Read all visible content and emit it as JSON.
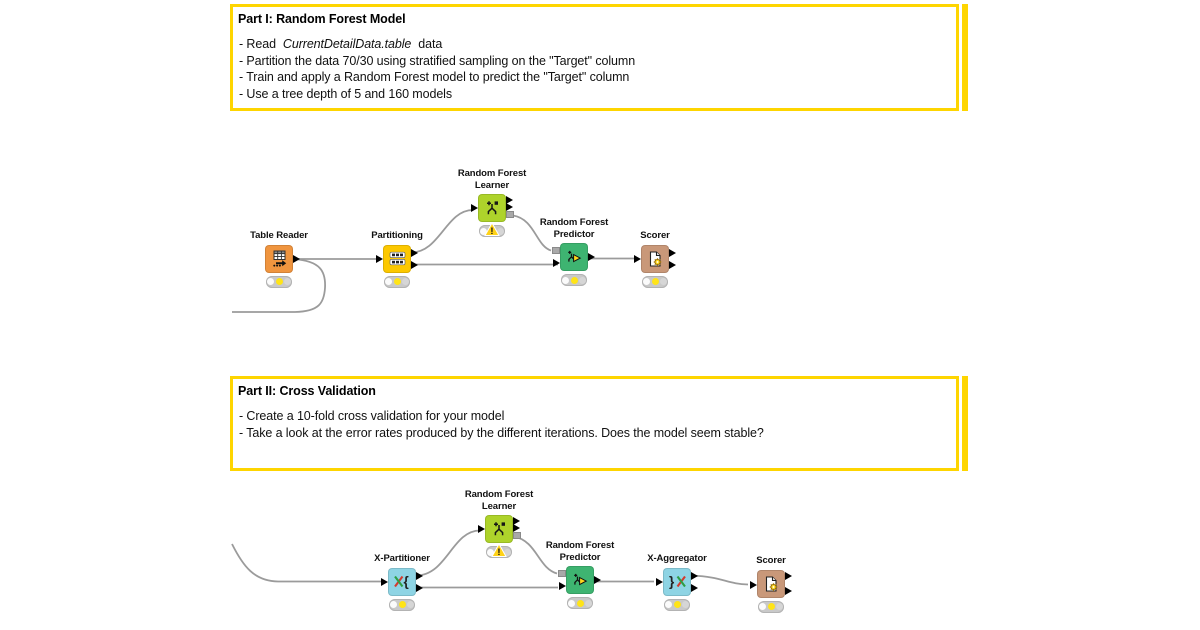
{
  "annotations": {
    "part1": {
      "title": "Part I: Random Forest Model",
      "read_prefix": "- Read",
      "read_file": "CurrentDetailData.table",
      "read_suffix": "data",
      "lines": [
        "- Partition the data 70/30 using stratified sampling on the \"Target\" column",
        "- Train and apply a Random Forest model to predict the \"Target\" column",
        "- Use a tree depth of 5 and 160 models"
      ]
    },
    "part2": {
      "title": "Part II: Cross Validation",
      "lines": [
        "- Create a 10-fold cross validation for your model",
        "- Take a look at the error rates produced by the different iterations. Does the model seem stable?"
      ]
    }
  },
  "part1_nodes": [
    {
      "id": "table-reader",
      "label": "Table Reader",
      "status": "configured",
      "icon": "table-with-arrow-icon"
    },
    {
      "id": "partitioning",
      "label": "Partitioning",
      "status": "configured",
      "icon": "split-table-rows-icon"
    },
    {
      "id": "rf-learner",
      "label": "Random Forest Learner",
      "status": "configured-warning",
      "icon": "decision-tree-icon"
    },
    {
      "id": "rf-predictor",
      "label": "Random Forest Predictor",
      "status": "configured",
      "icon": "tree-with-play-arrow-icon"
    },
    {
      "id": "scorer",
      "label": "Scorer",
      "status": "configured",
      "icon": "document-gear-icon"
    }
  ],
  "part2_nodes": [
    {
      "id": "x-partitioner",
      "label": "X-Partitioner",
      "status": "configured",
      "icon": "x-open-brace-icon"
    },
    {
      "id": "rf-learner",
      "label": "Random Forest Learner",
      "status": "configured-warning",
      "icon": "decision-tree-icon"
    },
    {
      "id": "rf-predictor",
      "label": "Random Forest Predictor",
      "status": "configured",
      "icon": "tree-with-play-arrow-icon"
    },
    {
      "id": "x-aggregator",
      "label": "X-Aggregator",
      "status": "configured",
      "icon": "close-brace-x-icon"
    },
    {
      "id": "scorer",
      "label": "Scorer",
      "status": "configured",
      "icon": "document-gear-icon"
    }
  ],
  "colors": {
    "annotation_border": "#fed500",
    "node_table_reader": "#f0953f",
    "node_partitioning": "#fcc800",
    "node_learner": "#aed32b",
    "node_predictor": "#3eb471",
    "node_scorer": "#c99879",
    "node_x_validation": "#8ed4e4",
    "wire": "#9b9b9b",
    "status_yellow": "#ffe417"
  }
}
